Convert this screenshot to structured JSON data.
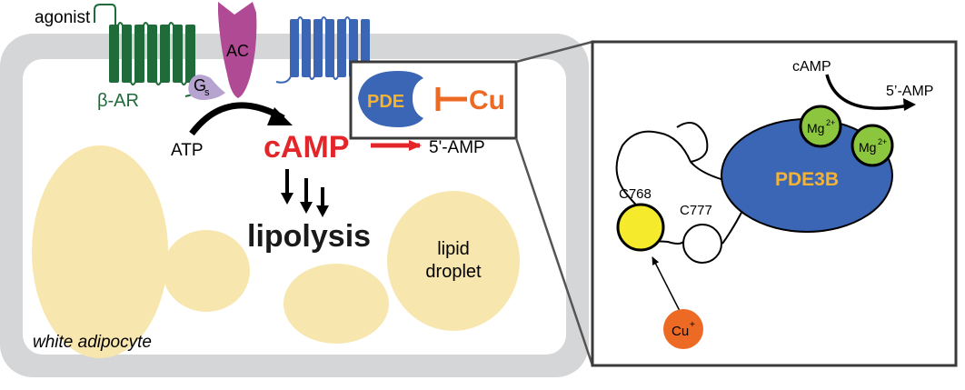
{
  "cell": {
    "agonist_label": "agonist",
    "receptor_label": "β-AR",
    "gs_main": "G",
    "gs_sub": "s",
    "ac_label": "AC",
    "atp_label": "ATP",
    "camp_label": "cAMP",
    "product_label": "5'-AMP",
    "pde_label": "PDE",
    "cu_label": "Cu",
    "lipolysis_label": "lipolysis",
    "droplet_label_line1": "lipid",
    "droplet_label_line2": "droplet",
    "cell_type_label": "white adipocyte"
  },
  "inset": {
    "camp_label": "cAMP",
    "product_label": "5’-AMP",
    "enzyme_label": "PDE3B",
    "mg_label_1": "Mg",
    "mg_label_1_sup": "2+",
    "mg_label_2": "Mg",
    "mg_label_2_sup": "2+",
    "c768_label": "C768",
    "c777_label": "C777",
    "cu_ion_label": "Cu",
    "cu_ion_sup": "+"
  },
  "colors": {
    "receptor_green": "#1f6b3a",
    "gs_purple": "#b6a3cf",
    "ac_magenta": "#b04a94",
    "blue_receptor": "#3a66b5",
    "pde_blue": "#3a66b5",
    "pde_text": "#f5b335",
    "cu_orange": "#ec6a24",
    "camp_red": "#e3262a",
    "droplet_fill": "#f7e6ad",
    "cell_gray": "#d5d6d8",
    "mg_green": "#8cc63e",
    "c768_yellow": "#f5ea2b"
  }
}
